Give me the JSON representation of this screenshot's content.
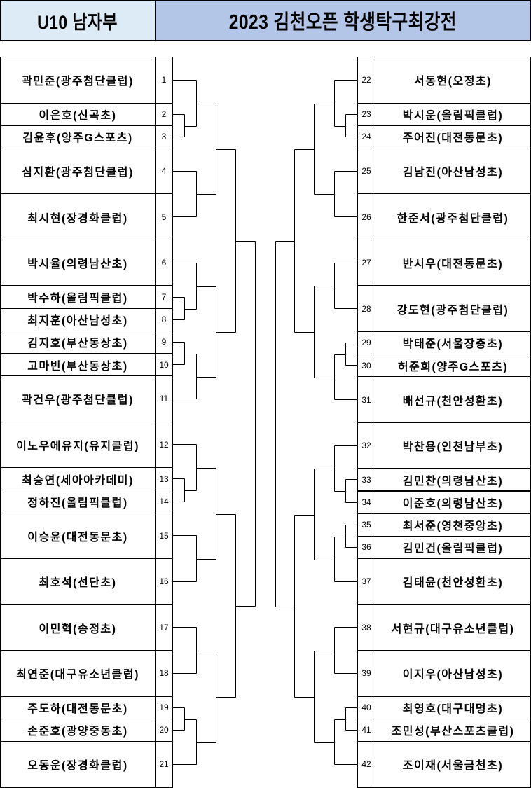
{
  "header": {
    "division": "U10 남자부",
    "title": "2023 김천오픈 학생탁구최강전"
  },
  "colors": {
    "division_bg": "#DDEBF7",
    "title_bg": "#B4C6E7"
  },
  "left_players": [
    {
      "seed": "1",
      "name": "곽민준(광주첨단클럽)"
    },
    {
      "seed": "2",
      "name": "이은호(신곡초)"
    },
    {
      "seed": "3",
      "name": "김윤후(양주G스포츠)"
    },
    {
      "seed": "4",
      "name": "심지환(광주첨단클럽)"
    },
    {
      "seed": "5",
      "name": "최시현(장경화클럽)"
    },
    {
      "seed": "6",
      "name": "박시율(의령남산초)"
    },
    {
      "seed": "7",
      "name": "박수하(올림픽클럽)"
    },
    {
      "seed": "8",
      "name": "최지훈(아산남성초)"
    },
    {
      "seed": "9",
      "name": "김지호(부산동상초)"
    },
    {
      "seed": "10",
      "name": "고마빈(부산동상초)"
    },
    {
      "seed": "11",
      "name": "곽건우(광주첨단클럽)"
    },
    {
      "seed": "12",
      "name": "이노우에유지(유지클럽)"
    },
    {
      "seed": "13",
      "name": "최승연(세아아카데미)"
    },
    {
      "seed": "14",
      "name": "정하진(올림픽클럽)"
    },
    {
      "seed": "15",
      "name": "이승윤(대전동문초)"
    },
    {
      "seed": "16",
      "name": "최호석(선단초)"
    },
    {
      "seed": "17",
      "name": "이민혁(송정초)"
    },
    {
      "seed": "18",
      "name": "최연준(대구유소년클럽)"
    },
    {
      "seed": "19",
      "name": "주도하(대전동문초)"
    },
    {
      "seed": "20",
      "name": "손준호(광양중동초)"
    },
    {
      "seed": "21",
      "name": "오동운(장경화클럽)"
    }
  ],
  "right_players": [
    {
      "seed": "22",
      "name": "서동현(오정초)"
    },
    {
      "seed": "23",
      "name": "박시운(올림픽클럽)"
    },
    {
      "seed": "24",
      "name": "주어진(대전동문초)"
    },
    {
      "seed": "25",
      "name": "김남진(아산남성초)"
    },
    {
      "seed": "26",
      "name": "한준서(광주첨단클럽)"
    },
    {
      "seed": "27",
      "name": "반시우(대전동문초)"
    },
    {
      "seed": "28",
      "name": "강도현(광주첨단클럽)"
    },
    {
      "seed": "29",
      "name": "박태준(서울장충초)"
    },
    {
      "seed": "30",
      "name": "허준희(양주G스포츠)"
    },
    {
      "seed": "31",
      "name": "배선규(천안성환초)"
    },
    {
      "seed": "32",
      "name": "박찬용(인천남부초)"
    },
    {
      "seed": "33",
      "name": "김민찬(의령남산초)"
    },
    {
      "seed": "34",
      "name": "이준호(의령남산초)"
    },
    {
      "seed": "35",
      "name": "최서준(영천중앙초)"
    },
    {
      "seed": "36",
      "name": "김민건(올림픽클럽)"
    },
    {
      "seed": "37",
      "name": "김태윤(천안성환초)"
    },
    {
      "seed": "38",
      "name": "서현규(대구유소년클럽)"
    },
    {
      "seed": "39",
      "name": "이지우(아산남성초)"
    },
    {
      "seed": "40",
      "name": "최영호(대구대명초)"
    },
    {
      "seed": "41",
      "name": "조민성(부산스포츠클럽)"
    },
    {
      "seed": "42",
      "name": "조이재(서울금천초)"
    }
  ],
  "bracket": {
    "left": [
      [
        [
          [
            1,
            [
              2,
              3
            ]
          ],
          [
            4,
            5
          ]
        ],
        [
          [
            6,
            [
              7,
              8
            ]
          ],
          [
            [
              9,
              10
            ],
            11
          ]
        ]
      ],
      [
        [
          [
            12,
            [
              13,
              14
            ]
          ],
          [
            15,
            16
          ]
        ],
        [
          [
            17,
            18
          ],
          [
            [
              19,
              20
            ],
            21
          ]
        ]
      ]
    ],
    "right": [
      [
        [
          [
            22,
            [
              23,
              24
            ]
          ],
          [
            25,
            26
          ]
        ],
        [
          [
            27,
            28
          ],
          [
            [
              29,
              30
            ],
            31
          ]
        ]
      ],
      [
        [
          [
            32,
            [
              33,
              34
            ]
          ],
          [
            [
              35,
              36
            ],
            37
          ]
        ],
        [
          [
            38,
            39
          ],
          [
            [
              40,
              41
            ],
            42
          ]
        ]
      ]
    ]
  }
}
